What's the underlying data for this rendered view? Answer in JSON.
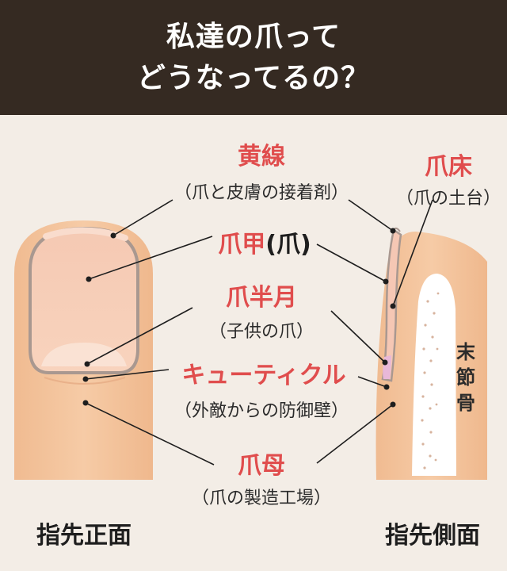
{
  "header": {
    "line1": "私達の爪って",
    "line2": "どうなってるの？"
  },
  "labels": {
    "yellow_line": {
      "title": "黄線",
      "desc": "（爪と皮膚の接着剤）"
    },
    "nail_plate": {
      "title": "爪甲",
      "paren": "(爪)"
    },
    "lunula": {
      "title": "爪半月",
      "desc": "（子供の爪）"
    },
    "cuticle": {
      "title": "キューティクル",
      "desc": "（外敵からの防御壁）"
    },
    "matrix": {
      "title": "爪母",
      "desc": "（爪の製造工場）"
    },
    "nail_bed": {
      "title": "爪床",
      "desc": "（爪の土台）"
    },
    "bone": {
      "chars": [
        "末",
        "節",
        "骨"
      ]
    }
  },
  "captions": {
    "front": "指先正面",
    "side": "指先側面"
  },
  "colors": {
    "header_bg": "#352a22",
    "background": "#f3ede6",
    "label_red": "#e04d4d",
    "skin": "#f3c49c",
    "nail": "#f7cfb8"
  }
}
